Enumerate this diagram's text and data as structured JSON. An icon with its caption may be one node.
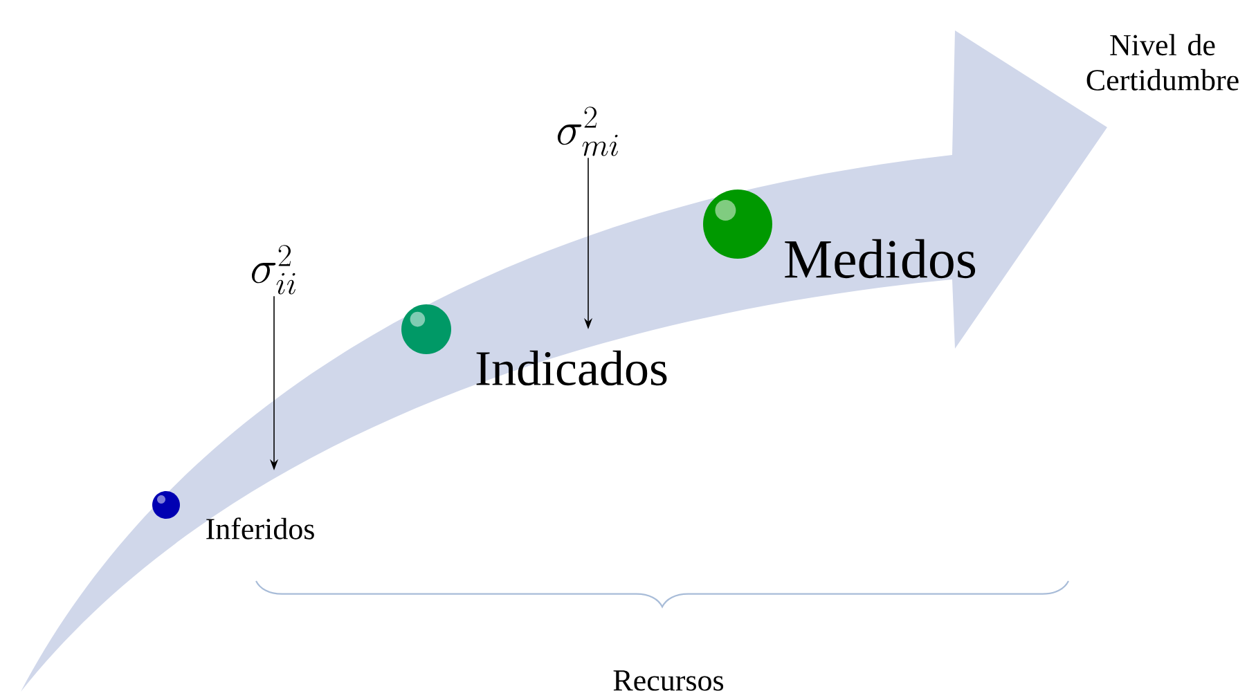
{
  "diagram": {
    "nodes": [
      {
        "text": [
          "\\sigma_{ii}^{2}"
        ]
      },
      {
        "text": [
          "\\sigma_{mi}^{2}"
        ]
      }
    ],
    "edges": [
      {
        "from": 0,
        "to": null,
        "arrow": "to"
      },
      {
        "from": 1,
        "to": null,
        "arrow": "to"
      }
    ],
    "labels": [
      "Nivel de Certidumbre",
      "Inferidos",
      "Indicados",
      "Medidos",
      "Recursos"
    ]
  }
}
